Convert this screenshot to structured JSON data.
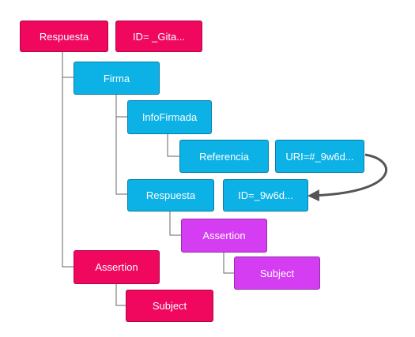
{
  "colors": {
    "pink": "#f0085f",
    "blue": "#0cb1e6",
    "purple": "#d43df1",
    "connector": "#666666",
    "arrow": "#555555"
  },
  "nodes": {
    "respuesta_root": "Respuesta",
    "respuesta_root_id": "ID= _Gita...",
    "firma": "Firma",
    "infofirmada": "InfoFirmada",
    "referencia": "Referencia",
    "referencia_uri": "URI=#_9w6d...",
    "respuesta_inner": "Respuesta",
    "respuesta_inner_id": "ID=_9w6d...",
    "assertion_inner": "Assertion",
    "subject_inner": "Subject",
    "assertion_root": "Assertion",
    "subject_root": "Subject"
  }
}
